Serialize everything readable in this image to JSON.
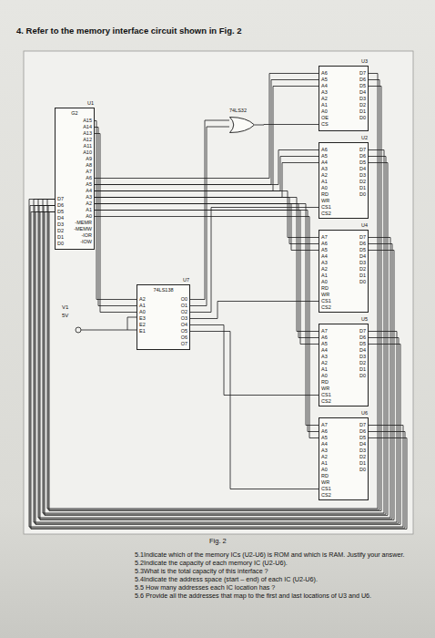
{
  "diagram": {
    "title": "4. Refer to the memory interface circuit shown in Fig. 2",
    "caption": "Fig. 2",
    "nodes": [
      {
        "text": [
          "U1",
          "G2",
          "D7",
          "D6",
          "D5",
          "D4",
          "D3",
          "D2",
          "D1",
          "D0",
          "A15",
          "A14",
          "A13",
          "A12",
          "A11",
          "A10",
          "A9",
          "A8",
          "A7",
          "A6",
          "A5",
          "A4",
          "A3",
          "A2",
          "A1",
          "A0",
          "-MEMR",
          "-MEMW",
          "-IOR",
          "-IOW"
        ]
      },
      {
        "text": [
          "U3",
          "A6",
          "A5",
          "A4",
          "A3",
          "A2",
          "A1",
          "A0",
          "OE",
          "CS",
          "D7",
          "D6",
          "D5",
          "D4",
          "D3",
          "D2",
          "D1",
          "D0"
        ]
      },
      {
        "text": [
          "74LS32"
        ]
      },
      {
        "text": [
          "U2",
          "A6",
          "A5",
          "A4",
          "A3",
          "A2",
          "A1",
          "A0",
          "RD",
          "WR",
          "CS1",
          "CS2",
          "D7",
          "D6",
          "D5",
          "D4",
          "D3",
          "D2",
          "D1",
          "D0"
        ]
      },
      {
        "text": [
          "U4",
          "A7",
          "A6",
          "A5",
          "A4",
          "A3",
          "A2",
          "A1",
          "A0",
          "RD",
          "WR",
          "CS1",
          "CS2",
          "D7",
          "D6",
          "D5",
          "D4",
          "D3",
          "D2",
          "D1",
          "D0"
        ]
      },
      {
        "text": [
          "U7",
          "74LS138",
          "A2",
          "A1",
          "A0",
          "E3",
          "E2",
          "E1",
          "O0",
          "O1",
          "O2",
          "O3",
          "O4",
          "O5",
          "O6",
          "O7"
        ]
      },
      {
        "text": [
          "U5",
          "A7",
          "A6",
          "A5",
          "A4",
          "A3",
          "A2",
          "A1",
          "A0",
          "RD",
          "WR",
          "CS1",
          "CS2",
          "D7",
          "D6",
          "D5",
          "D4",
          "D3",
          "D2",
          "D1",
          "D0"
        ]
      },
      {
        "text": [
          "U6",
          "A7",
          "A6",
          "A5",
          "A4",
          "A3",
          "A2",
          "A1",
          "A0",
          "RD",
          "WR",
          "CS1",
          "CS2",
          "D7",
          "D6",
          "D5",
          "D4",
          "D3",
          "D2",
          "D1",
          "D0"
        ]
      }
    ],
    "edges": [
      {
        "from": 0,
        "to": 1,
        "arrow": "none"
      },
      {
        "from": 0,
        "to": 3,
        "arrow": "none"
      },
      {
        "from": 0,
        "to": 4,
        "arrow": "none"
      },
      {
        "from": 0,
        "to": 6,
        "arrow": "none"
      },
      {
        "from": 0,
        "to": 7,
        "arrow": "none"
      },
      {
        "from": 0,
        "to": 5,
        "arrow": "none"
      },
      {
        "from": 5,
        "to": 2,
        "arrow": "none"
      },
      {
        "from": 2,
        "to": 1,
        "arrow": "none"
      },
      {
        "from": 5,
        "to": 3,
        "arrow": "none"
      },
      {
        "from": 5,
        "to": 4,
        "arrow": "none"
      },
      {
        "from": 5,
        "to": 6,
        "arrow": "none"
      },
      {
        "from": 5,
        "to": 7,
        "arrow": "none"
      },
      {
        "from": 0,
        "to": 1,
        "arrow": "none"
      },
      {
        "from": 0,
        "to": 3,
        "arrow": "none"
      },
      {
        "from": 0,
        "to": 4,
        "arrow": "none"
      },
      {
        "from": 0,
        "to": 6,
        "arrow": "none"
      },
      {
        "from": 0,
        "to": 7,
        "arrow": "none"
      }
    ],
    "labels": [
      "V1",
      "5V",
      "5.1Indicate which of the memory ICs (U2-U6) is ROM and which is RAM. Justify your answer.",
      "5.2Indicate the capacity of each memory IC (U2-U6).",
      "5.3What is the total capacity of this interface ?",
      "5.4Indicate the address space (start – end) of each IC (U2-U6).",
      "5.5 How many addresses each IC location has ?",
      "5.6 Provide all the addresses that map to the first and last locations of U3 and U6."
    ]
  }
}
